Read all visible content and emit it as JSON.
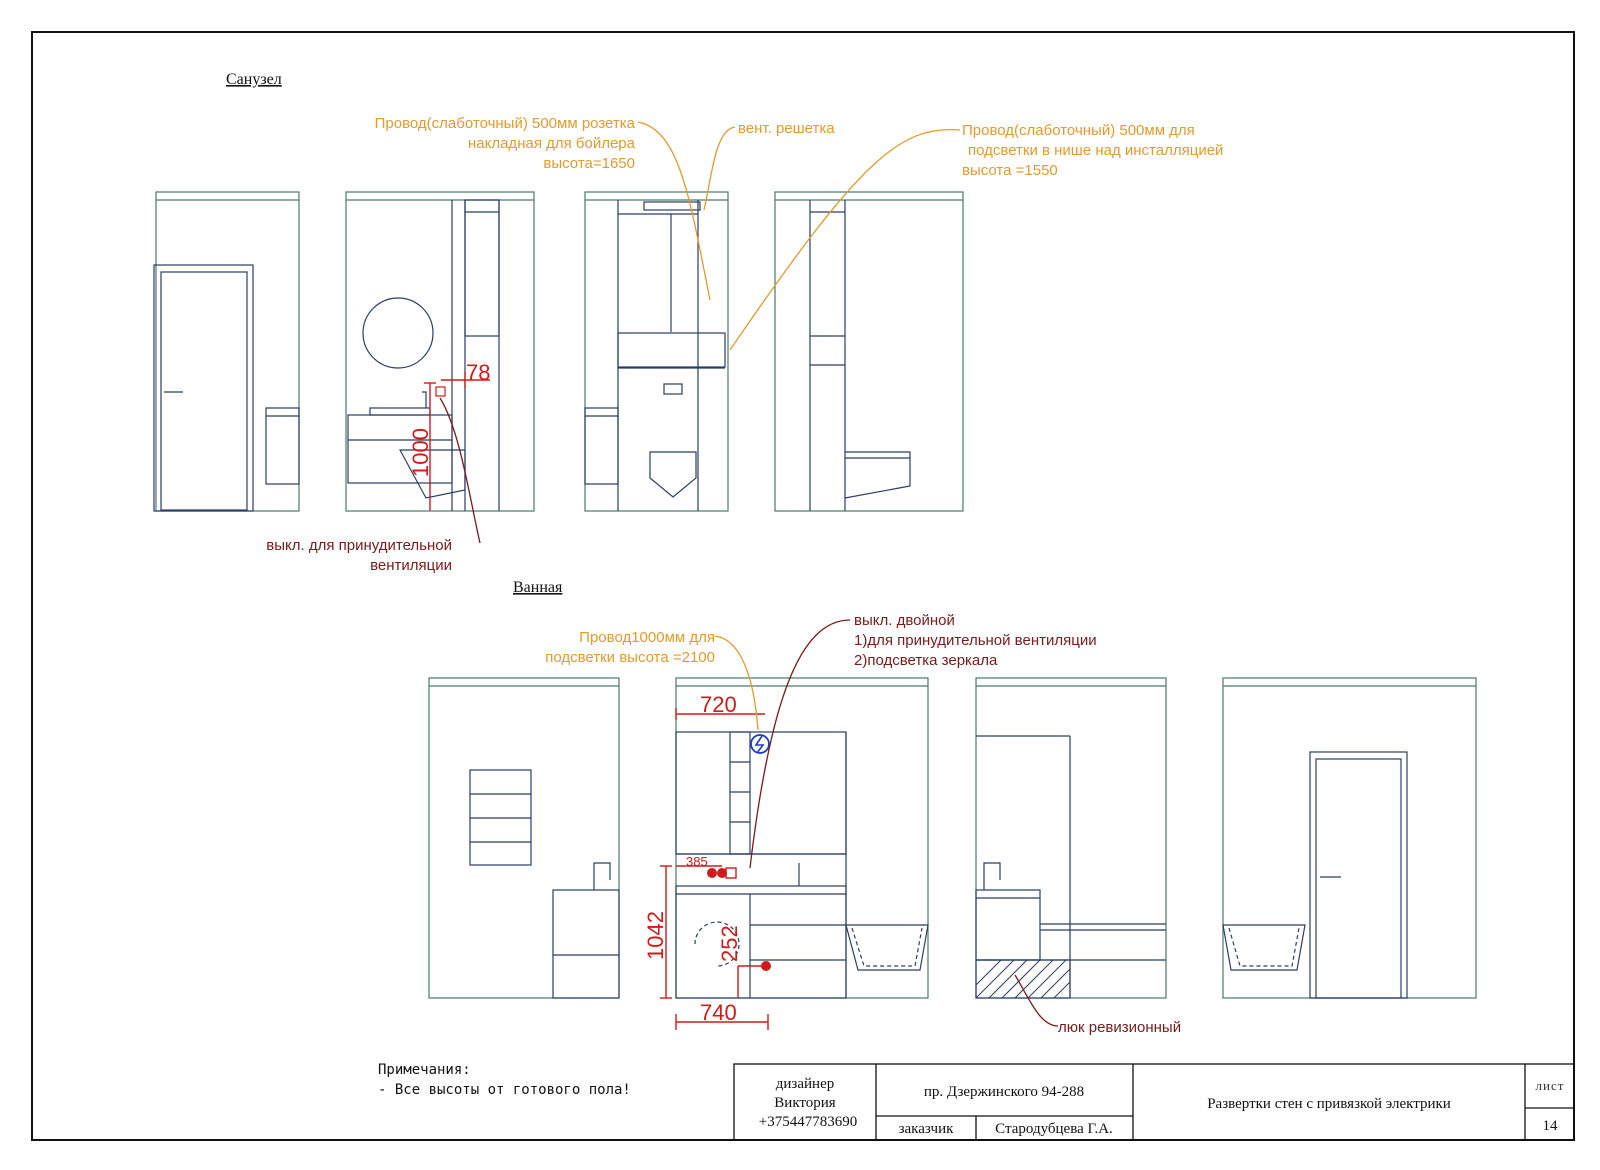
{
  "sections": {
    "wc_title": "Санузел",
    "bath_title": "Ванная"
  },
  "labels": {
    "boiler_wire": [
      "Провод(слаботочный) 500мм розетка",
      "накладная для бойлера",
      "высота=1650"
    ],
    "vent_grill": "вент. решетка",
    "niche_wire": [
      "Провод(слаботочный) 500мм для",
      "подсветки в нише над инсталляцией",
      "высота =1550"
    ],
    "vent_switch": [
      "выкл. для принудительной",
      "вентиляции"
    ],
    "bath_wire": [
      "Провод1000мм для",
      "подсветки высота =2100"
    ],
    "double_switch": [
      "выкл. двойной",
      "1)для принудительной вентиляции",
      "2)подсветка зеркала"
    ],
    "hatch": "люк ревизионный"
  },
  "dimensions": {
    "d78": "78",
    "d1000": "1000",
    "d720": "720",
    "d385": "385",
    "d1042": "1042",
    "d252": "252",
    "d740": "740"
  },
  "notes": {
    "title": "Примечания:",
    "line1": "- Все высоты от готового пола!"
  },
  "stamp": {
    "designer_role": "дизайнер",
    "designer_name": "Виктория",
    "designer_phone": "+375447783690",
    "address": "пр. Дзержинского 94-288",
    "client_label": "заказчик",
    "client_name": "Стародубцева Г.А.",
    "sheet_title": "Развертки стен с привязкой электрики",
    "sheet_label": "лист",
    "sheet_number": "14"
  },
  "colors": {
    "wall_line": "#2a3e63",
    "dimension": "#d11a1a",
    "leader_orange": "#e39b2b",
    "leader_maroon": "#7a1a1a"
  }
}
